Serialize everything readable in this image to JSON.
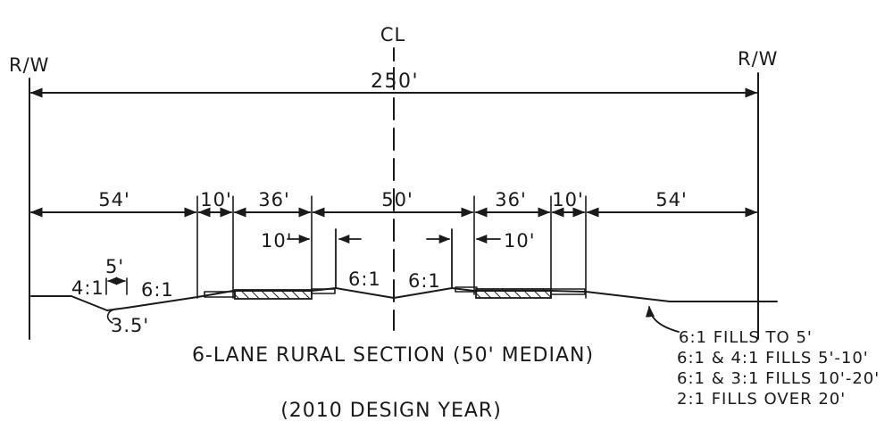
{
  "labels": {
    "centerline": "CL",
    "row_left": "R/W",
    "row_right": "R/W",
    "total_width": "250'"
  },
  "segments": [
    {
      "key": "left-outer",
      "label": "54'"
    },
    {
      "key": "left-shoulder",
      "label": "10'"
    },
    {
      "key": "left-lanes",
      "label": "36'"
    },
    {
      "key": "median",
      "label": "50'"
    },
    {
      "key": "right-lanes",
      "label": "36'"
    },
    {
      "key": "right-shoulder",
      "label": "10'"
    },
    {
      "key": "right-outer",
      "label": "54'"
    }
  ],
  "inner_shoulders": {
    "left": "10'",
    "right": "10'"
  },
  "slopes": {
    "foreslope": "4:1",
    "ditch_width": "5'",
    "backslope": "6:1",
    "ditch_depth": "3.5'",
    "median_left": "6:1",
    "median_right": "6:1"
  },
  "fill_notes": [
    "6:1 FILLS TO 5'",
    "6:1 & 4:1 FILLS 5'-10'",
    "6:1 & 3:1 FILLS 10'-20'",
    "2:1 FILLS OVER 20'"
  ],
  "title": "6-LANE RURAL SECTION (50' MEDIAN)",
  "subtitle": "(2010 DESIGN YEAR)"
}
